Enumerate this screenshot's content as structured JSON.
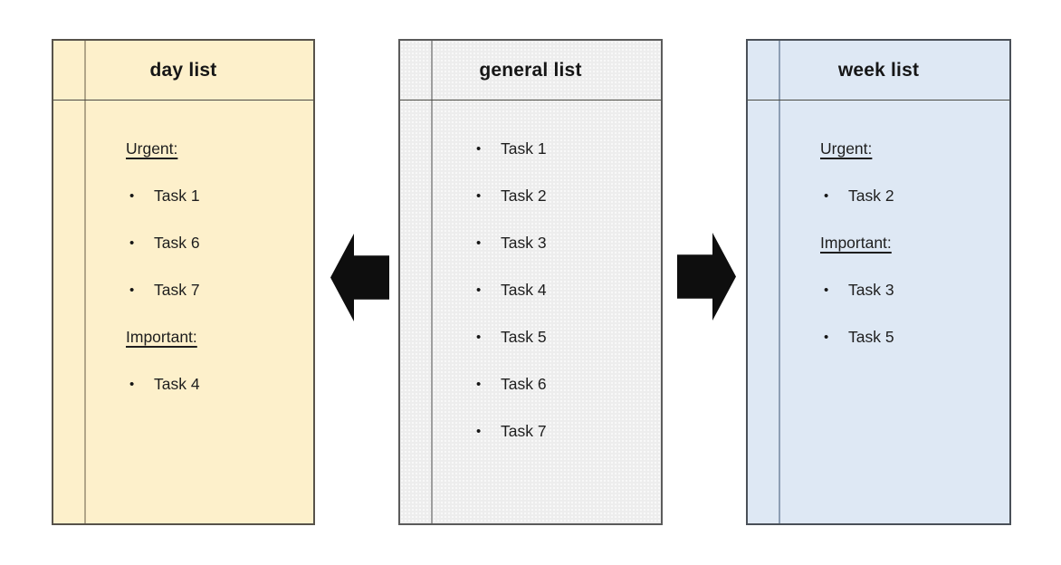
{
  "glyphs": {
    "bullet": "•"
  },
  "colors": {
    "page_background": "#FFFFFF",
    "day_panel_bg": "#FDF0CB",
    "day_margin_line": "#B1A588",
    "general_panel_bg": "#EDEDED",
    "general_margin_line": "#9E9E9E",
    "week_panel_bg": "#DEE8F4",
    "week_margin_line": "#8E9FB4",
    "panel_border": "#55534E",
    "arrow_color": "#0E0E0E",
    "text_color": "#1E1E1E"
  },
  "panels": [
    {
      "title": "day list",
      "items": [
        {
          "type": "heading",
          "text": "Urgent:"
        },
        {
          "type": "task",
          "text": "Task 1"
        },
        {
          "type": "task",
          "text": "Task 6"
        },
        {
          "type": "task",
          "text": "Task 7"
        },
        {
          "type": "heading",
          "text": "Important:"
        },
        {
          "type": "task",
          "text": "Task 4"
        }
      ]
    },
    {
      "title": "general list",
      "items": [
        {
          "type": "task",
          "text": "Task 1"
        },
        {
          "type": "task",
          "text": "Task 2"
        },
        {
          "type": "task",
          "text": "Task 3"
        },
        {
          "type": "task",
          "text": "Task 4"
        },
        {
          "type": "task",
          "text": "Task 5"
        },
        {
          "type": "task",
          "text": "Task 6"
        },
        {
          "type": "task",
          "text": "Task 7"
        }
      ]
    },
    {
      "title": "week list",
      "items": [
        {
          "type": "heading",
          "text": "Urgent:"
        },
        {
          "type": "task",
          "text": "Task 2"
        },
        {
          "type": "heading",
          "text": "Important:"
        },
        {
          "type": "task",
          "text": "Task 3"
        },
        {
          "type": "task",
          "text": "Task 5"
        }
      ]
    }
  ],
  "arrows": [
    {
      "direction": "left",
      "meaning": "tasks flow from general list to day list"
    },
    {
      "direction": "right",
      "meaning": "tasks flow from general list to week list"
    }
  ]
}
